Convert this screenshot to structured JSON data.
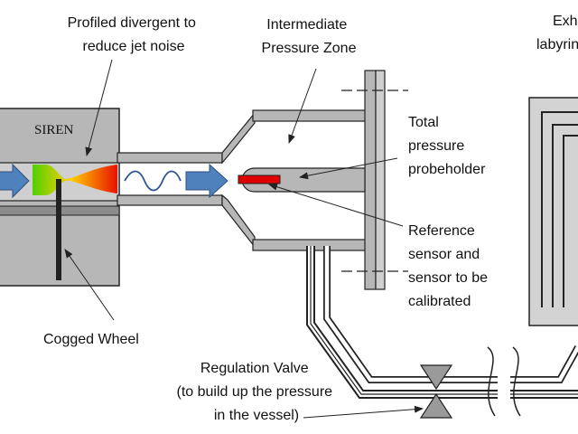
{
  "labels": {
    "profiled_divergent": [
      "Profiled divergent to",
      "reduce jet noise"
    ],
    "intermediate_zone": [
      "Intermediate",
      "Pressure Zone"
    ],
    "exhaust": [
      "Exh",
      "labyrin"
    ],
    "siren": "SIREN",
    "total_pressure": [
      "Total",
      "pressure",
      "probeholder"
    ],
    "reference_sensor": [
      "Reference",
      "sensor and",
      "sensor to be",
      "calibrated"
    ],
    "cogged_wheel": "Cogged Wheel",
    "regulation_valve": [
      "Regulation Valve",
      "(to build up the pressure",
      "in the vessel)"
    ]
  },
  "colors": {
    "body_gray": "#b7b7b7",
    "outline": "#222222",
    "arrow_blue": "#4f81bd",
    "wave_blue": "#2f5597",
    "sensor_red": "#e00000",
    "gradient_start": "#4fd000",
    "gradient_mid": "#ffd000",
    "gradient_end": "#e81000"
  }
}
